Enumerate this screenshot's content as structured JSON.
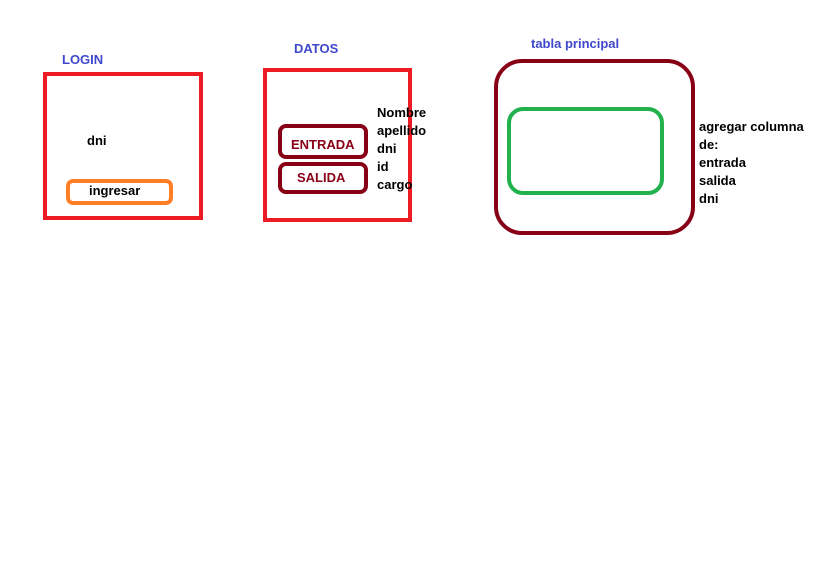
{
  "login": {
    "title": "LOGIN",
    "field_label": "dni",
    "button_label": "ingresar"
  },
  "datos": {
    "title": "DATOS",
    "entrada_label": "ENTRADA",
    "salida_label": "SALIDA",
    "fields": [
      "Nombre",
      "apellido",
      "dni",
      "id",
      "cargo"
    ]
  },
  "tabla": {
    "title": "tabla principal",
    "notes": [
      "agregar columna",
      "de:",
      "entrada",
      "salida",
      "dni"
    ]
  },
  "colors": {
    "title_blue": "#3f48cc",
    "red": "#ed1c24",
    "orange": "#ff7f27",
    "dark_red": "#880015",
    "green": "#22b14c"
  }
}
